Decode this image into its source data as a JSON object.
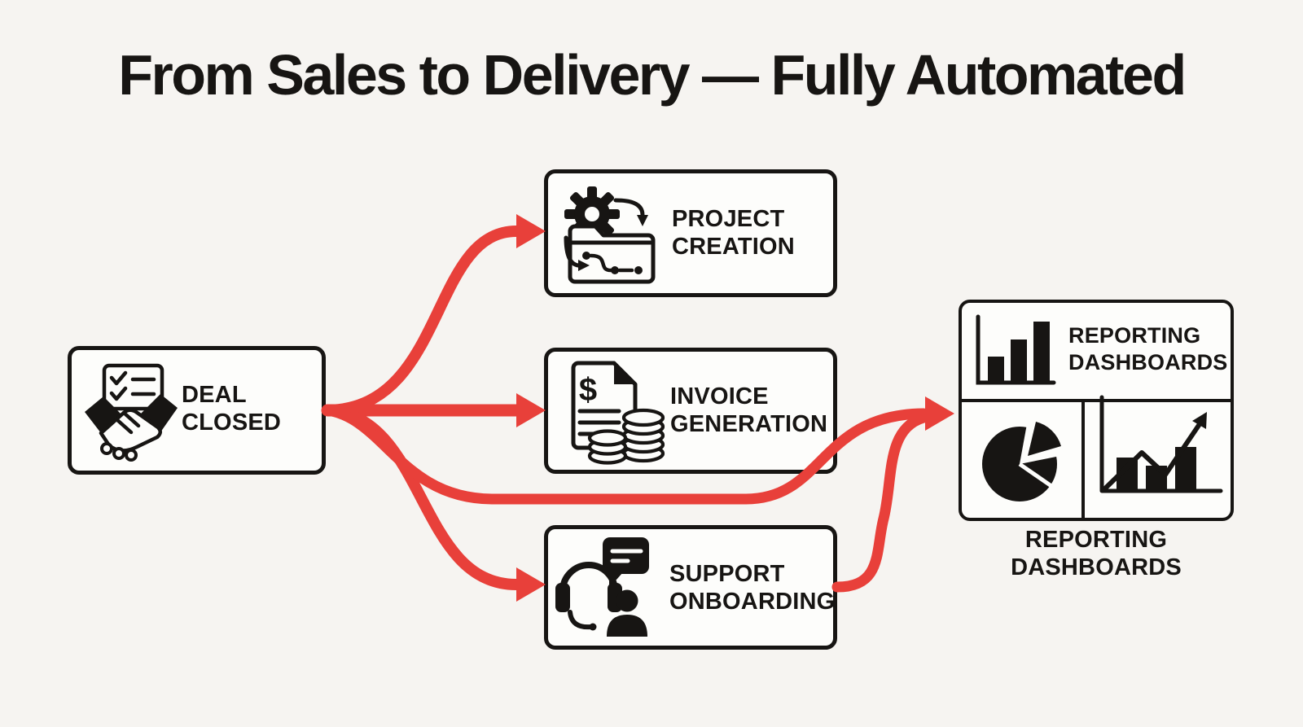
{
  "title": "From Sales to Delivery — Fully Automated",
  "nodes": {
    "deal_closed": {
      "line1": "DEAL",
      "line2": "CLOSED"
    },
    "project_creation": {
      "line1": "PROJECT",
      "line2": "CREATION"
    },
    "invoice_generation": {
      "line1": "INVOICE",
      "line2": "GENERATION"
    },
    "support_onboarding": {
      "line1": "SUPPORT",
      "line2": "ONBOARDING"
    },
    "reporting_dashboards": {
      "line1": "REPORTING",
      "line2": "DASHBOARDS"
    }
  },
  "caption": {
    "line1": "REPORTING",
    "line2": "DASHBOARDS"
  },
  "invoice_icon_currency": "$",
  "icons": {
    "deal": "handshake-checklist-icon",
    "project": "gear-folder-workflow-icon",
    "invoice": "invoice-document-coins-icon",
    "support": "headset-chat-person-icon",
    "reporting_top": "bar-chart-icon",
    "reporting_bottom_left": "pie-chart-icon",
    "reporting_bottom_right": "trend-chart-icon"
  },
  "colors": {
    "arrow_red": "#e8403a",
    "ink": "#171513",
    "background": "#f6f4f1",
    "node_fill": "#fdfdfb"
  }
}
